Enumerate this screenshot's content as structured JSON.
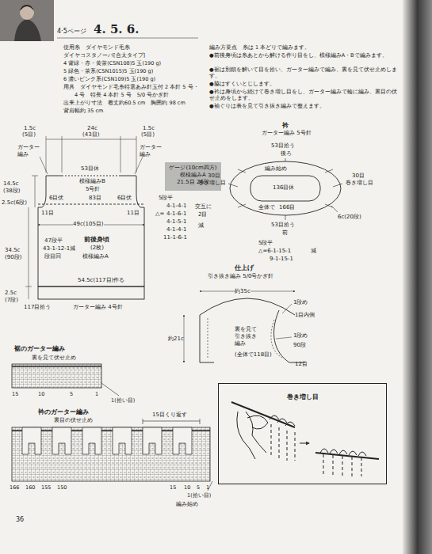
{
  "diagram": {
    "title": "4. 5. 6.",
    "nodes": [
      {
        "text": [
          "ゲージ(10cm四方)",
          "模様編みA",
          "21.5目 26段"
        ]
      },
      {
        "text": [
          "巻き増し目"
        ]
      }
    ],
    "labels": [
      "4·5ページ",
      "使用糸　ダイヤモンド毛糸",
      "ダイヤコスタノーバ[合太タイプ]",
      "4 背緑・赤・黄茶(CSN108)5 玉(190 g)",
      "5 緑色・茶系(CSN1015)5 玉(190 g)",
      "6 濃いピンク系(CSN109)5 玉(190 g)",
      "用具　ダイヤモンド毛糸特選あみ針玉付 2 本針 5 号・",
      "4 号　特長 4 本針 5 号　5/0 号かぎ針",
      "出来上がり寸法　着丈約60.5 cm　胸囲約 98 cm",
      "背肩幅約 35 cm",
      "編み方要点　糸は 1 本どりで編みます。",
      "●前後身頃は糸あとから解ける作り目をし、模様編みA・Bで編みます。",
      "●裾は別鎖を解いて目を拾い、ガーター編みで編み、裏を見て伏せ止めします。",
      "●脇はすくいとじします。",
      "●衿は身頃から続けて巻き増し目をし、ガーター編みで輪に編み、裏目の伏せ止めをします。",
      "●袖ぐりは表を見て引き抜き編みで整えます。",
      "1.5c",
      "(5目)",
      "24c",
      "(43目)",
      "1.5c",
      "(5目)",
      "53目休",
      "ガーター編み",
      "ガーター編み",
      "6目伏",
      "6目伏",
      "模様編みB",
      "5号針",
      "83目",
      "14.5c",
      "(38段)",
      "2.5c(6段)",
      "11目",
      "11目",
      "49c(105目)",
      "前後身頃",
      "(2枚)",
      "模様編みA",
      "47段平",
      "43-1-12-1減",
      "段目回",
      "34.5c",
      "(90段)",
      "54.5c(117目)作る",
      "2.5c",
      "(7段)",
      "117目拾う",
      "ガーター編み 4号針",
      "5段平",
      "△=",
      "4-1-4-1",
      "4-1-6-1",
      "4-1-5-1",
      "4-1-4-1",
      "11-1-6-1",
      "交互に",
      "2目",
      "減",
      "衿",
      "ガーター編み 5号針",
      "53目拾う",
      "後ろ",
      "編み始め",
      "136目休",
      "30目",
      "巻き増し目",
      "30目",
      "巻き増し目",
      "全体で",
      "166目",
      "6c(20段)",
      "53目拾う",
      "前",
      "5段平",
      "△=6-1-15-1",
      "9-1-15-1",
      "減",
      "仕上げ",
      "引き抜き編み 5/0号かぎ針",
      "約35c",
      "1段め",
      "1目内側",
      "約21c",
      "裏を見て",
      "引き抜き",
      "編み",
      "1段め",
      "90段",
      "(全体で118目)",
      "12目",
      "裾のガーター編み",
      "裏を見て伏せ止め",
      "15",
      "10",
      "5",
      "1",
      "1(拾い目)",
      "衿のガーター編み",
      "裏目の伏せ止め",
      "15目くり返す",
      "166",
      "160",
      "155",
      "150",
      "15",
      "10",
      "5",
      "1",
      "1(拾い目)",
      "編み始め",
      "36"
    ]
  }
}
